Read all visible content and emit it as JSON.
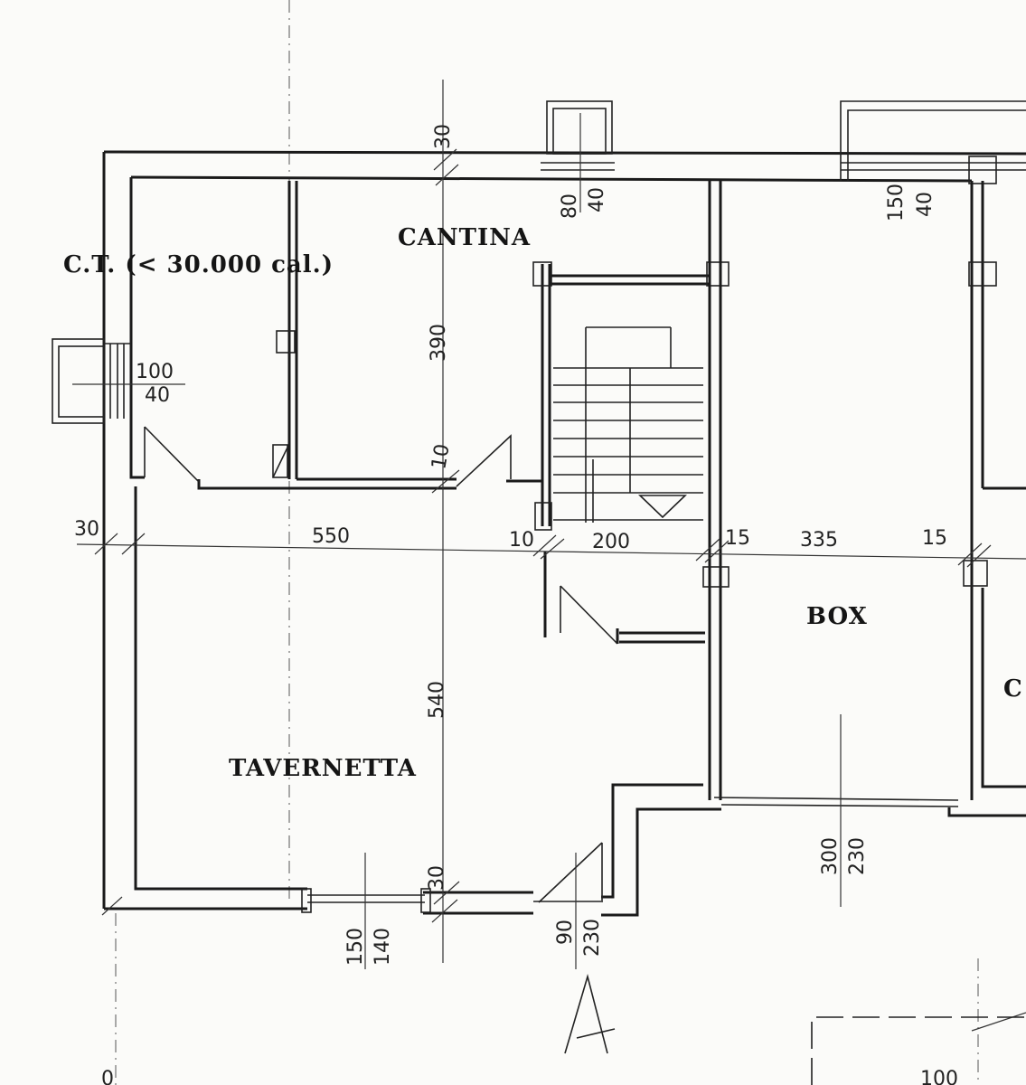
{
  "rooms": {
    "cantina": "CANTINA",
    "ct": "C.T.  (<  30.000  cal.)",
    "tavernetta": "TAVERNETTA",
    "box": "BOX",
    "cut": "C"
  },
  "dimensions": {
    "top_wall": "30",
    "window_top_w": "80",
    "window_top_h": "40",
    "window_right_w": "150",
    "window_right_h": "40",
    "cantina_depth": "390",
    "window_left_w": "100",
    "window_left_h": "40",
    "partition": "10",
    "left_wall": "30",
    "tavernetta_width": "550",
    "stair_wall": "10",
    "stair_width": "200",
    "box_wall_left": "15",
    "box_width": "335",
    "box_wall_right": "15",
    "tavernetta_depth": "540",
    "bottom_wall": "30",
    "window_bottom_w": "150",
    "window_bottom_h": "140",
    "door_bottom_w": "90",
    "door_bottom_h": "230",
    "box_door_w": "300",
    "box_door_h": "230",
    "bottom_right": "100",
    "bottom_left": "0"
  },
  "section_mark": "A"
}
